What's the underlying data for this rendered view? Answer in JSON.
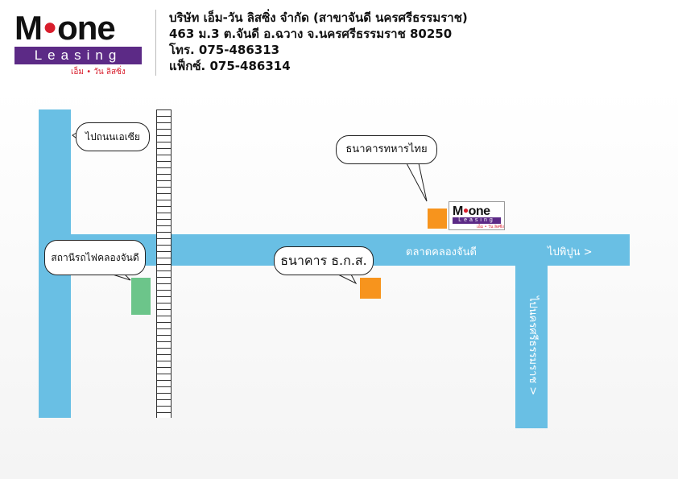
{
  "header": {
    "logo": {
      "brand": "M",
      "brand_rest": "one",
      "tagline": "Leasing",
      "thai_name": "เอ็ม • วัน ลิสซิ่ง"
    },
    "company_name": "บริษัท เอ็ม-วัน ลิสซิ่ง จำกัด (สาขาจันดี นครศรีธรรมราช)",
    "address": "463 ม.3 ต.จันดี อ.ฉวาง จ.นครศรีธรรมราช 80250",
    "phone": "โทร. 075-486313",
    "fax": "แฟ็กซ์. 075-486314"
  },
  "map": {
    "callouts": {
      "asia_road": "ไปถนนเอเซีย",
      "thai_military_bank": "ธนาคารทหารไทย",
      "train_station": "สถานีรถไฟคลองจันดี",
      "baac_bank": "ธนาคาร ธ.ก.ส."
    },
    "road_labels": {
      "market": "ตลาดคลองจันดี",
      "to_phipun": "ไปพิปูน >",
      "to_nakhon": "ไปนครศรีธรรมราช >"
    },
    "mini_logo": {
      "brand": "M",
      "brand_rest": "one",
      "tagline": "Leasing",
      "thai_name": "เอ็ม • วัน ลิสซิ่ง"
    },
    "colors": {
      "road": "#69bfe4",
      "station_marker": "#6cc58a",
      "bank_marker": "#f7941d",
      "brand_purple": "#5c2a86",
      "brand_red": "#d81e2c"
    }
  }
}
